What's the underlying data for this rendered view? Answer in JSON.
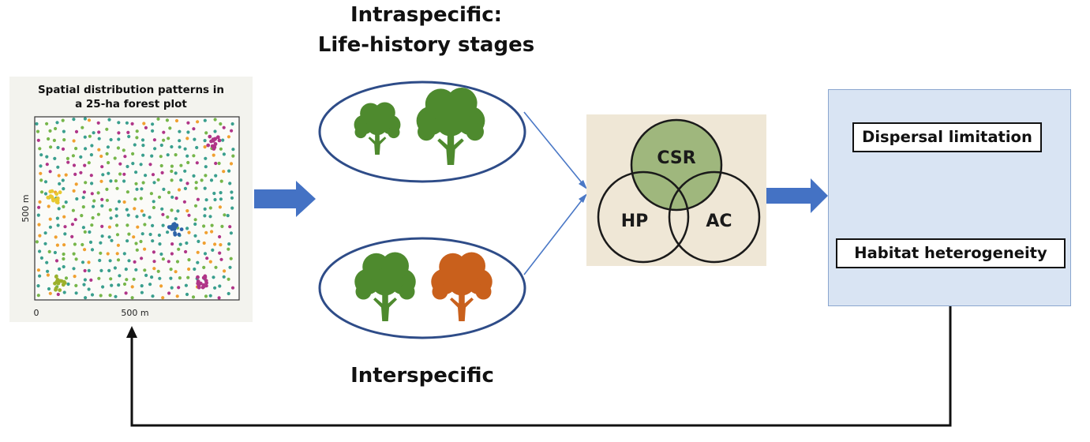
{
  "plot_panel": {
    "title_line1": "Spatial distribution patterns in",
    "title_line2": "a 25-ha forest plot",
    "y_axis_label": "500 m",
    "x_axis_origin": "0",
    "x_axis_label": "500 m"
  },
  "intraspecific": {
    "title_line1": "Intraspecific:",
    "title_line2": "Life-history stages"
  },
  "interspecific": {
    "title": "Interspecific"
  },
  "venn": {
    "top": "CSR",
    "left": "HP",
    "right": "AC"
  },
  "factors": {
    "dispersal": "Dispersal limitation",
    "habitat": "Habitat heterogeneity"
  },
  "colors": {
    "arrow_blue": "#4472c4",
    "tree_green": "#4e8a2e",
    "tree_orange": "#c9601c",
    "csr_fill": "#9fb77d",
    "box_blue": "#d9e4f3",
    "dot_teal": "#3a9f8e",
    "dot_green": "#76b64a",
    "dot_magenta": "#b03588",
    "dot_orange": "#f0a030",
    "dot_blue": "#2e63a8",
    "dot_yellow": "#e8c830",
    "dot_olive": "#9cb02c"
  },
  "icons": [
    "arrow-right-icon",
    "tree-icon",
    "feedback-arrow-icon"
  ]
}
